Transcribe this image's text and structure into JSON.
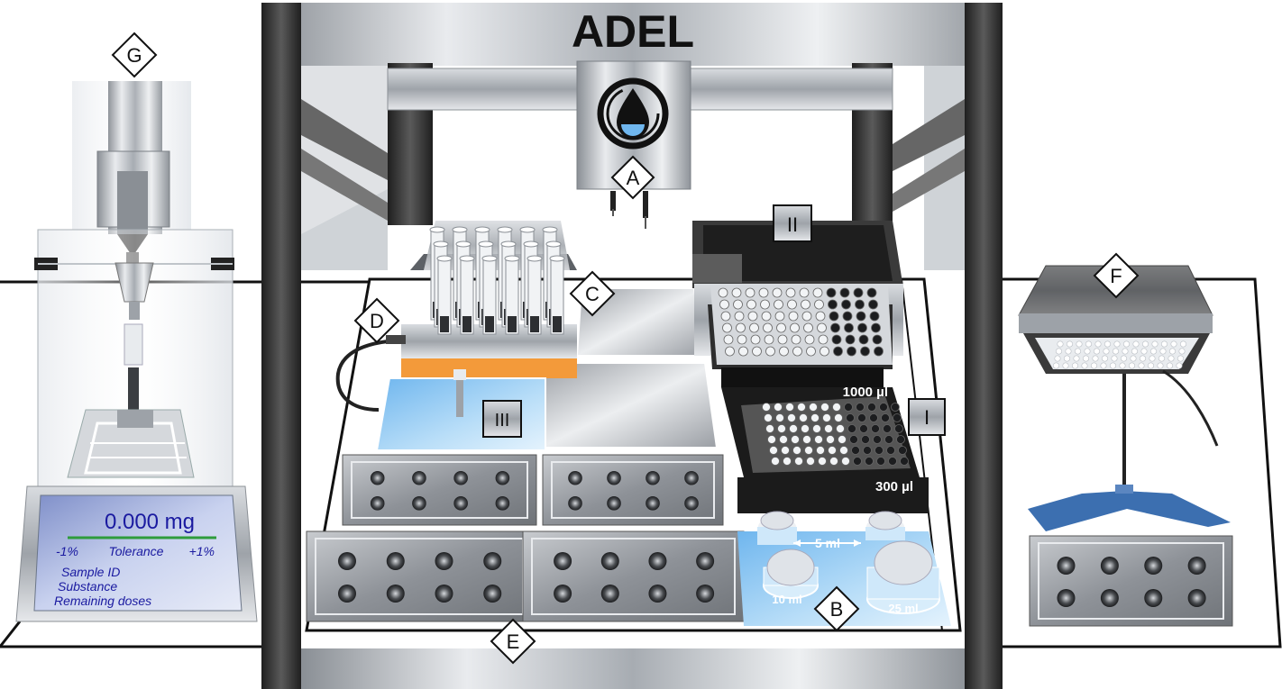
{
  "brand": "ADEL",
  "labels": {
    "A": "A",
    "B": "B",
    "C": "C",
    "D": "D",
    "E": "E",
    "F": "F",
    "G": "G",
    "I": "I",
    "II": "II",
    "III": "III"
  },
  "rack": {
    "upper_volume": "1000 µl",
    "lower_volume": "300 µl"
  },
  "vials": {
    "small": "5 ml",
    "medium": "10 ml",
    "large": "25 ml"
  },
  "balance": {
    "reading": "0.000 mg",
    "tol_minus": "-1%",
    "tol_label": "Tolerance",
    "tol_plus": "+1%",
    "lines": [
      "Sample ID",
      "Substance",
      "Remaining doses"
    ]
  },
  "colors": {
    "frame": "#2f2f2f",
    "steel": "#c9cdd2",
    "orange": "#f39a3a",
    "blue_panel": "#9fd1f4",
    "screen": "#b9c5e6",
    "screen_text": "#1a1aa0",
    "tolerance_bar": "#2e9c3c",
    "lamp_stand": "#3c6fb0"
  }
}
